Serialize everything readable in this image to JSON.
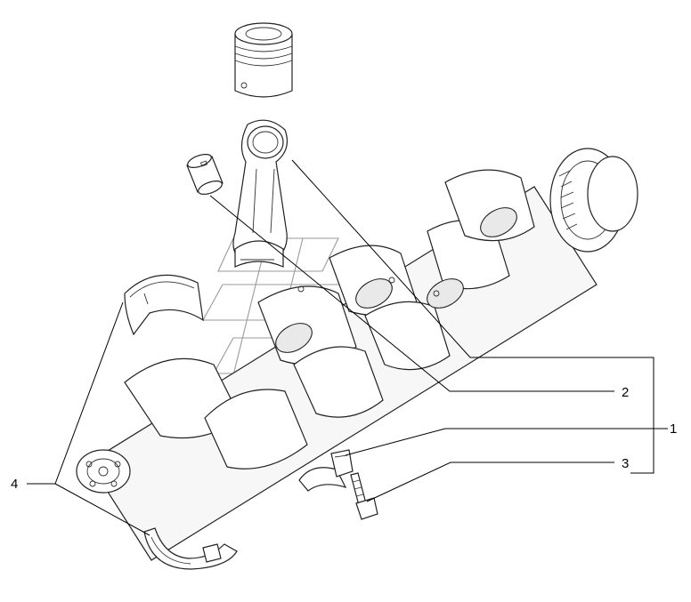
{
  "callouts": [
    {
      "id": "1",
      "label": "1"
    },
    {
      "id": "2",
      "label": "2"
    },
    {
      "id": "3",
      "label": "3"
    },
    {
      "id": "4",
      "label": "4"
    }
  ],
  "colors": {
    "line": "#222222",
    "watermark": "#9a9a9a",
    "background": "#ffffff"
  }
}
